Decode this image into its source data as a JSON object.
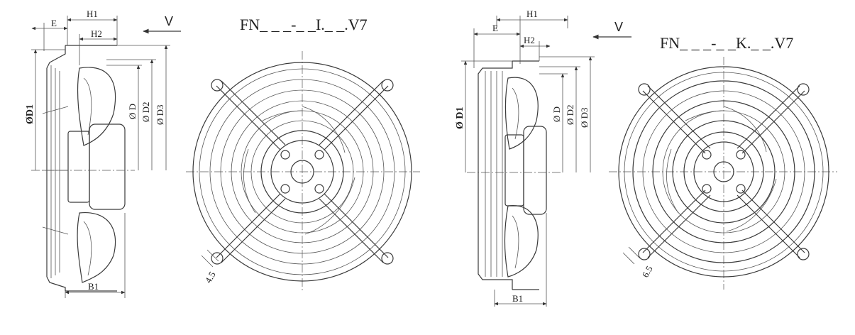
{
  "left_drawing": {
    "side_view": {
      "dims": {
        "e": "E",
        "h1": "H1",
        "h2": "H2",
        "b1": "B1",
        "d1": "ØD1",
        "d": "Ø D",
        "d2": "Ø D2",
        "d3": "Ø D3"
      },
      "arrow_label": "V"
    },
    "model_code": "FN_ _ _-_ _I._ _.V7",
    "front_view": {
      "hole_dim": "4.5"
    }
  },
  "right_drawing": {
    "side_view": {
      "dims": {
        "e": "E",
        "h1": "H1",
        "h2": "H2",
        "b1": "B1",
        "d1": "Ø D1",
        "d": "Ø D",
        "d2": "Ø D2",
        "d3": "Ø D3"
      },
      "arrow_label": "V"
    },
    "model_code": "FN_ _ _-_ _K._ _.V7",
    "front_view": {
      "hole_dim": "6.5"
    }
  }
}
